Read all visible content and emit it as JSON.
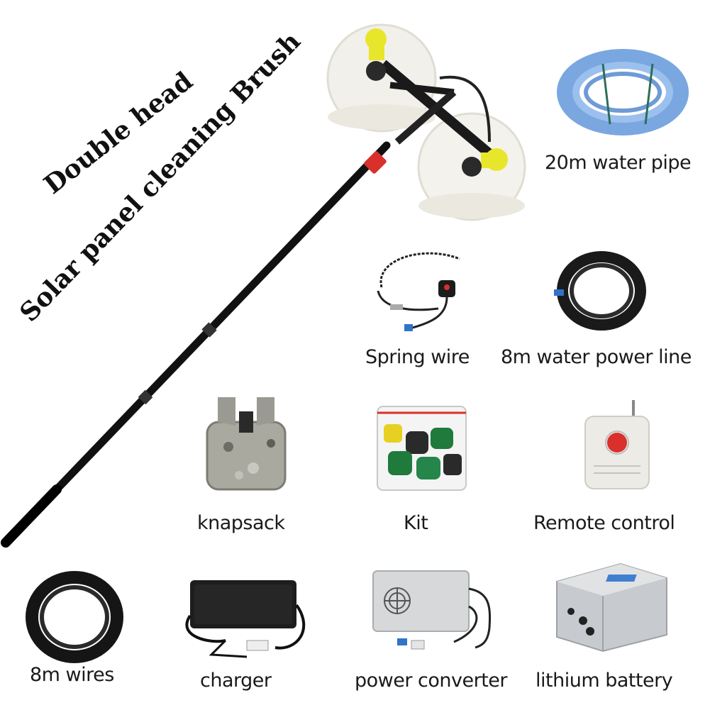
{
  "title": {
    "line1": "Double head",
    "line2": "Solar panel cleaning Brush"
  },
  "items": [
    {
      "label": "20m water pipe",
      "icon": "water-pipe-coil"
    },
    {
      "label": "Spring wire",
      "icon": "spring-wire"
    },
    {
      "label": "8m water power line",
      "icon": "water-power-line-coil"
    },
    {
      "label": "knapsack",
      "icon": "knapsack"
    },
    {
      "label": "Kit",
      "icon": "kit-bag"
    },
    {
      "label": "Remote control",
      "icon": "remote-control"
    },
    {
      "label": "8m wires",
      "icon": "wire-coil"
    },
    {
      "label": "charger",
      "icon": "charger"
    },
    {
      "label": "power converter",
      "icon": "power-converter"
    },
    {
      "label": "lithium battery",
      "icon": "lithium-battery"
    }
  ],
  "colors": {
    "background": "#ffffff",
    "pole": "#111111",
    "brush": "#f2f0ea",
    "accent_yellow": "#e8e62a",
    "accent_red": "#d9302c",
    "pipe_blue": "#7aa7e0"
  }
}
